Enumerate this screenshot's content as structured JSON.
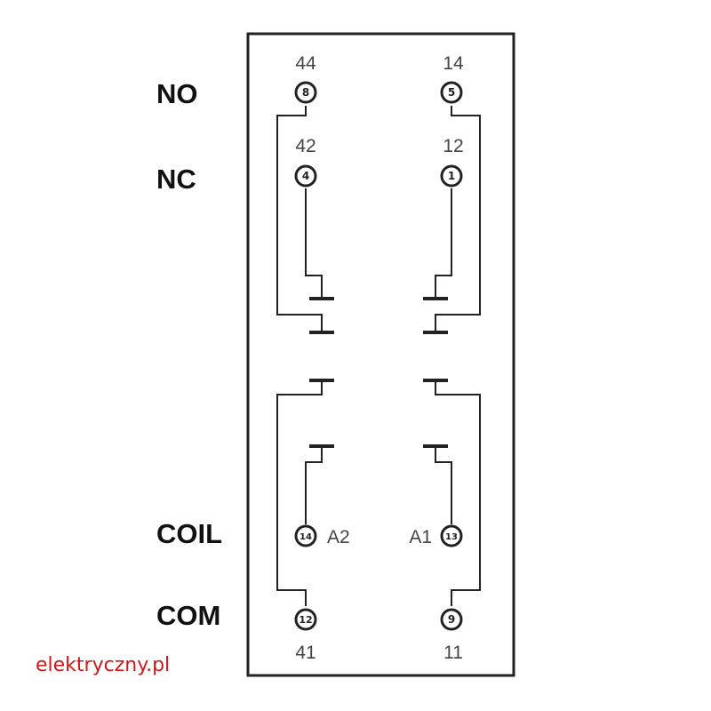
{
  "labels": {
    "no": "NO",
    "nc": "NC",
    "coil": "COIL",
    "com": "COM"
  },
  "brand": "elektryczny.pl",
  "colors": {
    "line": "#222222",
    "text": "#444444",
    "brand": "#d01818"
  },
  "terminals": {
    "t44": {
      "label": "44",
      "pin": "8"
    },
    "t14": {
      "label": "14",
      "pin": "5"
    },
    "t42": {
      "label": "42",
      "pin": "4"
    },
    "t12": {
      "label": "12",
      "pin": "1"
    },
    "a2": {
      "label": "A2",
      "pin": "14"
    },
    "a1": {
      "label": "A1",
      "pin": "13"
    },
    "t41": {
      "label": "41",
      "pin": "12"
    },
    "t11": {
      "label": "11",
      "pin": "9"
    }
  }
}
